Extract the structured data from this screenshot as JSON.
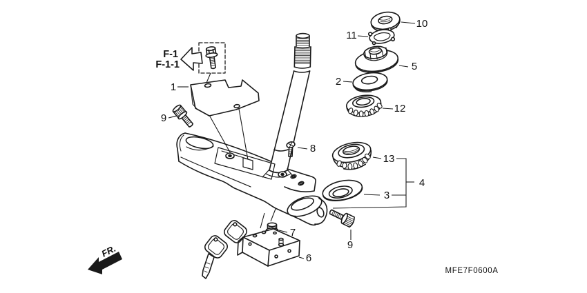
{
  "diagram": {
    "frame_refs": {
      "primary": "F-1",
      "secondary": "F-1-1"
    },
    "direction_label": "FR.",
    "drawing_code": "MFE7F0600A",
    "callouts": {
      "c1": "1",
      "c2": "2",
      "c3": "3",
      "c4": "4",
      "c5": "5",
      "c6": "6",
      "c7": "7",
      "c8": "8",
      "c9_left": "9",
      "c9_right": "9",
      "c10": "10",
      "c11": "11",
      "c12": "12",
      "c13": "13"
    },
    "colors": {
      "line": "#1a1a1a",
      "background": "#ffffff"
    }
  }
}
